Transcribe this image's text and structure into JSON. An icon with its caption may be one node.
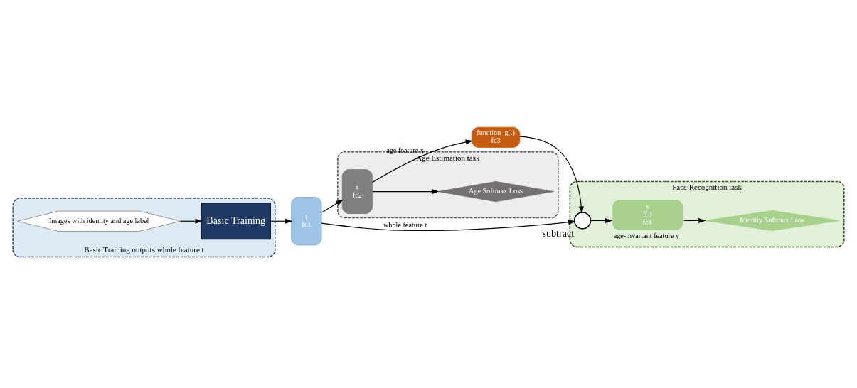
{
  "diagram": {
    "nodes": [
      {
        "text": [
          "Basic Training outputs whole feature t"
        ]
      },
      {
        "text": [
          "Images with identity and age label"
        ],
        "in": 0
      },
      {
        "text": [
          "Basic Training"
        ],
        "in": 0
      },
      {
        "text": [
          "t",
          "fc1"
        ]
      },
      {
        "text": [
          "Face Recognition task"
        ]
      },
      {
        "text": [
          "−"
        ],
        "in": 4,
        "beside": [
          "subtract"
        ]
      },
      {
        "text": [
          "y",
          "f(.)",
          "fc4"
        ],
        "in": 4,
        "beside": [
          "age-invariant feature y"
        ]
      },
      {
        "text": [
          "Identity Softmax Loss"
        ],
        "in": 4
      },
      {
        "text": [
          "function  g(.)",
          "fc3"
        ]
      },
      {
        "text": [
          "Age Estimation task"
        ]
      },
      {
        "text": [
          "x",
          "fc2"
        ],
        "in": 9
      },
      {
        "text": [
          "Age Softmax Loss"
        ],
        "in": 9
      }
    ],
    "edges": [
      {
        "from": 1,
        "to": 2,
        "arrow": "to"
      },
      {
        "from": 2,
        "to": 3,
        "arrow": "to"
      },
      {
        "from": 3,
        "to": 5,
        "arrow": "to",
        "label": "whole feature t"
      },
      {
        "from": 3,
        "to": 10,
        "arrow": "to"
      },
      {
        "from": 5,
        "to": 6,
        "arrow": "to"
      },
      {
        "from": 6,
        "to": 7,
        "arrow": "to"
      },
      {
        "from": 10,
        "to": 11,
        "arrow": "to"
      },
      {
        "from": 10,
        "to": 8,
        "arrow": "to",
        "label": "age feature x"
      },
      {
        "from": 8,
        "to": 5,
        "arrow": "to"
      }
    ]
  }
}
